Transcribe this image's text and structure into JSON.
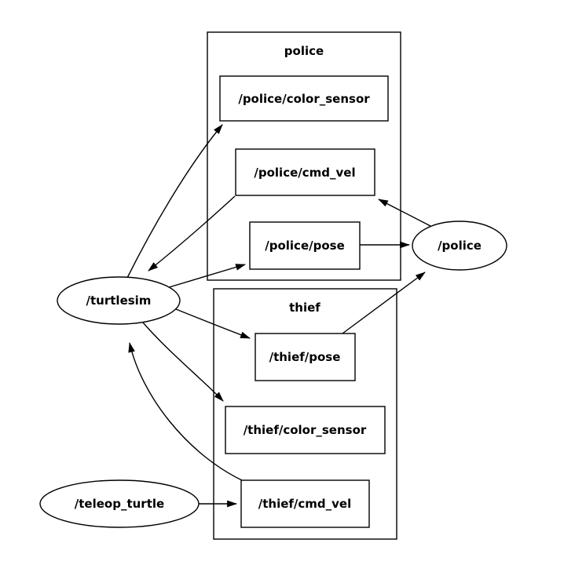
{
  "colors": {
    "background": "#ffffff",
    "stroke": "#000000"
  },
  "graph": {
    "clusters": [
      {
        "label": "police",
        "topics": [
          {
            "label": "/police/color_sensor"
          },
          {
            "label": "/police/cmd_vel"
          },
          {
            "label": "/police/pose"
          }
        ]
      },
      {
        "label": "thief",
        "topics": [
          {
            "label": "/thief/pose"
          },
          {
            "label": "/thief/color_sensor"
          },
          {
            "label": "/thief/cmd_vel"
          }
        ]
      }
    ],
    "nodes": [
      {
        "label": "/turtlesim"
      },
      {
        "label": "/police"
      },
      {
        "label": "/teleop_turtle"
      }
    ],
    "edges": [
      {
        "from": "/turtlesim",
        "to": "/police/color_sensor"
      },
      {
        "from": "/police/cmd_vel",
        "to": "/turtlesim"
      },
      {
        "from": "/turtlesim",
        "to": "/police/pose"
      },
      {
        "from": "/police/pose",
        "to": "/police"
      },
      {
        "from": "/police",
        "to": "/police/cmd_vel"
      },
      {
        "from": "/turtlesim",
        "to": "/thief/pose"
      },
      {
        "from": "/thief/pose",
        "to": "/police"
      },
      {
        "from": "/turtlesim",
        "to": "/thief/color_sensor"
      },
      {
        "from": "/thief/cmd_vel",
        "to": "/turtlesim"
      },
      {
        "from": "/teleop_turtle",
        "to": "/thief/cmd_vel"
      }
    ]
  }
}
